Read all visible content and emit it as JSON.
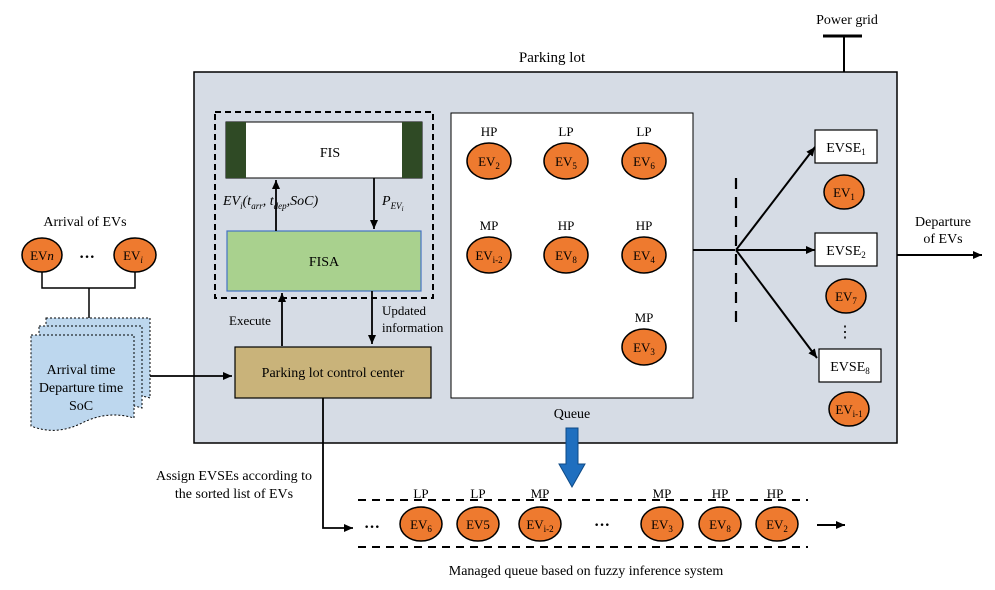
{
  "title_parking_lot": "Parking lot",
  "power_grid": "Power grid",
  "arrival_label": "Arrival of EVs",
  "arrival_evs": [
    {
      "main": "EV",
      "sub": "n"
    },
    {
      "main": "EV",
      "sub": "i"
    }
  ],
  "arrival_ellipsis": "···",
  "doc_lines": [
    "Arrival time",
    "Departure time",
    "SoC"
  ],
  "fis_label": "FIS",
  "fisa_label": "FISA",
  "input_label": "EVᵢ(tₐᵣᵣ, tₑₑₚ, SoC)",
  "input_parts": {
    "ev": "EV",
    "i": "i",
    "t": "t",
    "arr": "arr",
    "dep": "dep",
    "soc": "SoC"
  },
  "output_label": {
    "p": "P",
    "sub": "EV",
    "subsub": "i"
  },
  "execute_label": "Execute",
  "updated_label": [
    "Updated",
    "information"
  ],
  "control_center_label": "Parking lot control center",
  "grid_evs": [
    {
      "priority": "HP",
      "main": "EV",
      "sub": "2"
    },
    {
      "priority": "LP",
      "main": "EV",
      "sub": "5"
    },
    {
      "priority": "LP",
      "main": "EV",
      "sub": "6"
    },
    {
      "priority": "MP",
      "main": "EV",
      "sub": "i-2"
    },
    {
      "priority": "HP",
      "main": "EV",
      "sub": "8"
    },
    {
      "priority": "HP",
      "main": "EV",
      "sub": "4"
    },
    {
      "priority": "MP",
      "main": "EV",
      "sub": "3"
    }
  ],
  "evses": [
    {
      "main": "EVSE",
      "sub": "1",
      "ev_main": "EV",
      "ev_sub": "1"
    },
    {
      "main": "EVSE",
      "sub": "2",
      "ev_main": "EV",
      "ev_sub": "7"
    },
    {
      "main": "EVSE",
      "sub": "8",
      "ev_main": "EV",
      "ev_sub": "i-1"
    }
  ],
  "evse_dots": "⋮",
  "departure_label": [
    "Departure",
    "of EVs"
  ],
  "queue_label": "Queue",
  "assign_label": [
    "Assign EVSEs according to",
    "the sorted list of EVs"
  ],
  "queue_evs": [
    {
      "priority": "LP",
      "main": "EV",
      "sub": "6"
    },
    {
      "priority": "LP",
      "main": "EV5",
      "sub": ""
    },
    {
      "priority": "MP",
      "main": "EV",
      "sub": "i-2"
    },
    {
      "priority": "MP",
      "main": "EV",
      "sub": "3"
    },
    {
      "priority": "HP",
      "main": "EV",
      "sub": "8"
    },
    {
      "priority": "HP",
      "main": "EV",
      "sub": "2"
    }
  ],
  "queue_ellipsis": "···",
  "managed_queue_label": "Managed queue based on fuzzy inference system",
  "colors": {
    "ev_fill": "#ee7a2f",
    "parking_bg": "#d6dce5",
    "fisa_fill": "#a9d18e",
    "control_fill": "#c9b37a",
    "fis_side": "#2f4a25",
    "doc_fill": "#bdd7ee",
    "queue_arrow": "#1f6fbf"
  }
}
